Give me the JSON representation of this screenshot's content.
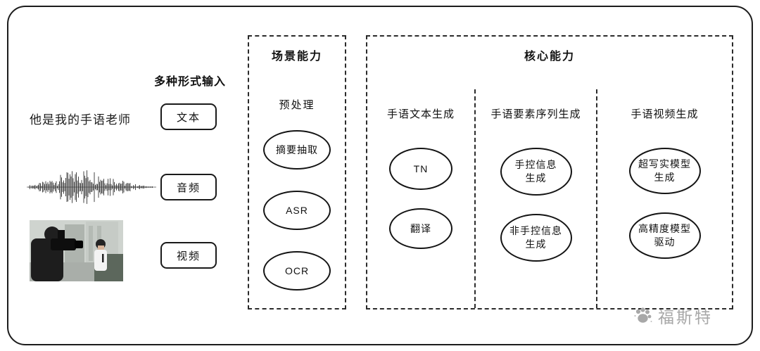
{
  "input_section": {
    "title": "多种形式输入",
    "text_example": "他是我的手语老师",
    "items": [
      {
        "label": "文本",
        "media": "text-sentence"
      },
      {
        "label": "音频",
        "media": "audio-waveform"
      },
      {
        "label": "视频",
        "media": "video-photo"
      }
    ]
  },
  "scene_section": {
    "title": "场景能力",
    "subtitle": "预处理",
    "nodes": [
      "摘要抽取",
      "ASR",
      "OCR"
    ]
  },
  "core_section": {
    "title": "核心能力",
    "columns": [
      {
        "label": "手语文本生成",
        "nodes": [
          "TN",
          "翻译"
        ]
      },
      {
        "label": "手语要素序列生成",
        "nodes": [
          "手控信息\n生成",
          "非手控信息\n生成"
        ]
      },
      {
        "label": "手语视频生成",
        "nodes": [
          "超写实模型\n生成",
          "高精度模型\n驱动"
        ]
      }
    ]
  },
  "watermark": {
    "text": "福斯特",
    "icon": "paw-icon",
    "color": "#a8a8a8"
  },
  "colors": {
    "frame": "#1c1c1c",
    "dashed_border": "#2b2b2b",
    "node_stroke": "#141414"
  }
}
